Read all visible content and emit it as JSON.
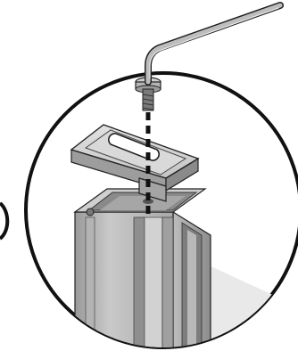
{
  "figure": {
    "kind": "assembly-detail-illustration",
    "palette": {
      "outline": "#111111",
      "metal_light": "#d4d4d4",
      "metal_mid": "#b8b8b8",
      "metal_dark": "#8e8e8e",
      "shadow": "#e6e6e6",
      "background": "#ffffff"
    },
    "parts": [
      {
        "name": "hex-key",
        "icon": "allen-key-icon"
      },
      {
        "name": "screw",
        "icon": "cap-screw-icon"
      },
      {
        "name": "mounting-bracket",
        "icon": "slotted-bracket-icon"
      },
      {
        "name": "post",
        "icon": "channel-post-icon"
      }
    ],
    "annotations": {
      "alignment_line": "dashed-vertical"
    }
  }
}
